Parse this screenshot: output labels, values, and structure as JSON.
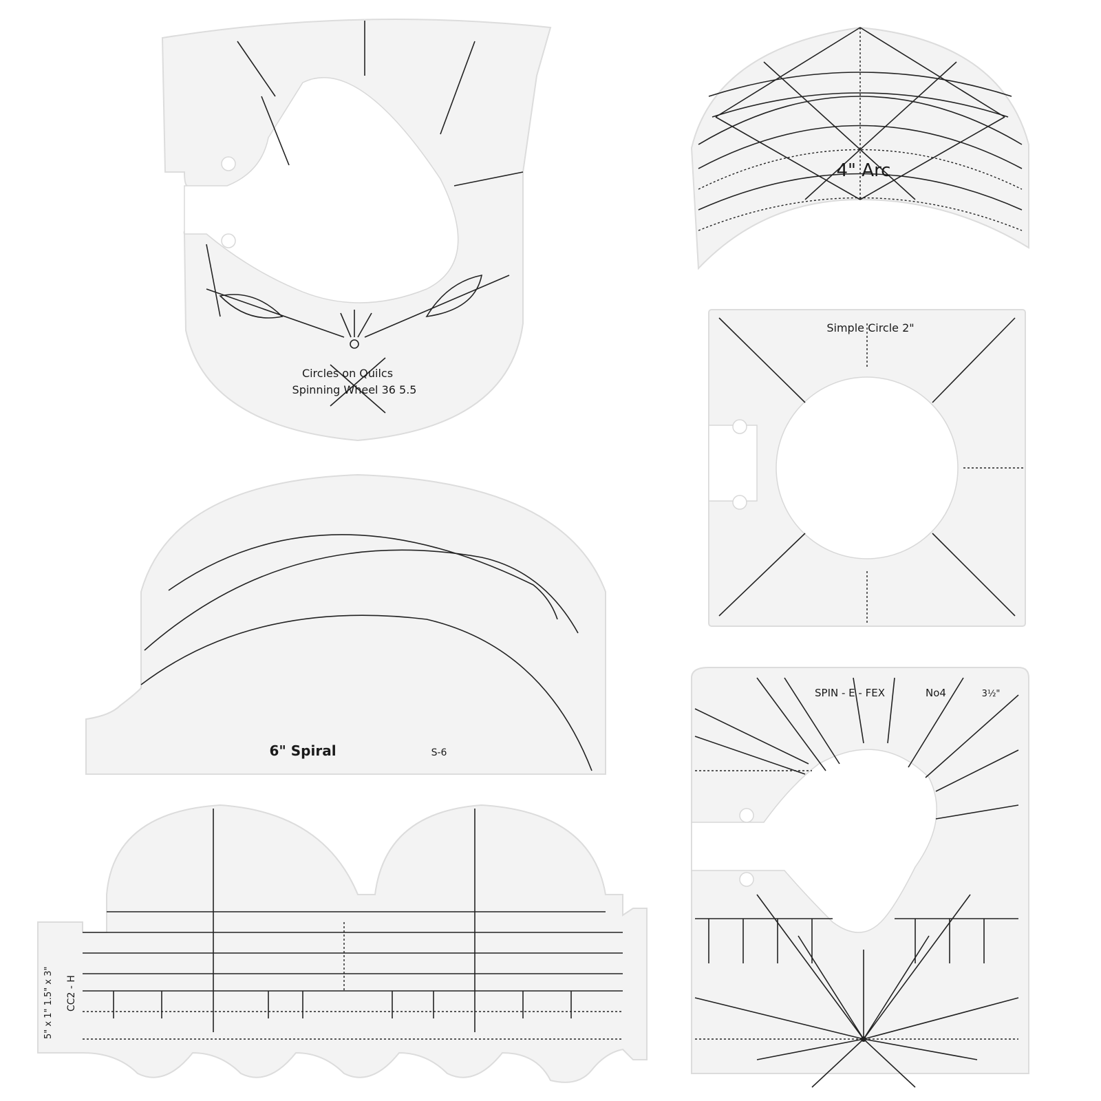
{
  "image": {
    "description": "Product photo of six clear acrylic quilting ruler templates on white background",
    "background": "#ffffff"
  },
  "templates": [
    {
      "id": "spinning-wheel",
      "label_line1": "Circles on Quilcs",
      "label_line2": "Spinning Wheel 36 5.5"
    },
    {
      "id": "arc",
      "label": "4\"  Arc"
    },
    {
      "id": "simple-circle",
      "label": "Simple Circle 2\""
    },
    {
      "id": "spiral",
      "label": "6\"  Spiral",
      "code": "S-6"
    },
    {
      "id": "spin-e-fex",
      "label": "SPIN - E - FEX",
      "number": "No4",
      "size": "3½\""
    },
    {
      "id": "clamshell-border",
      "label_code": "CC2 - H",
      "label_sizes": "5\" x 1\"   1.5\" x 3\""
    }
  ],
  "colors": {
    "acrylic": "#f3f3f3",
    "edge": "#dcdcdc",
    "marking": "#222222"
  }
}
